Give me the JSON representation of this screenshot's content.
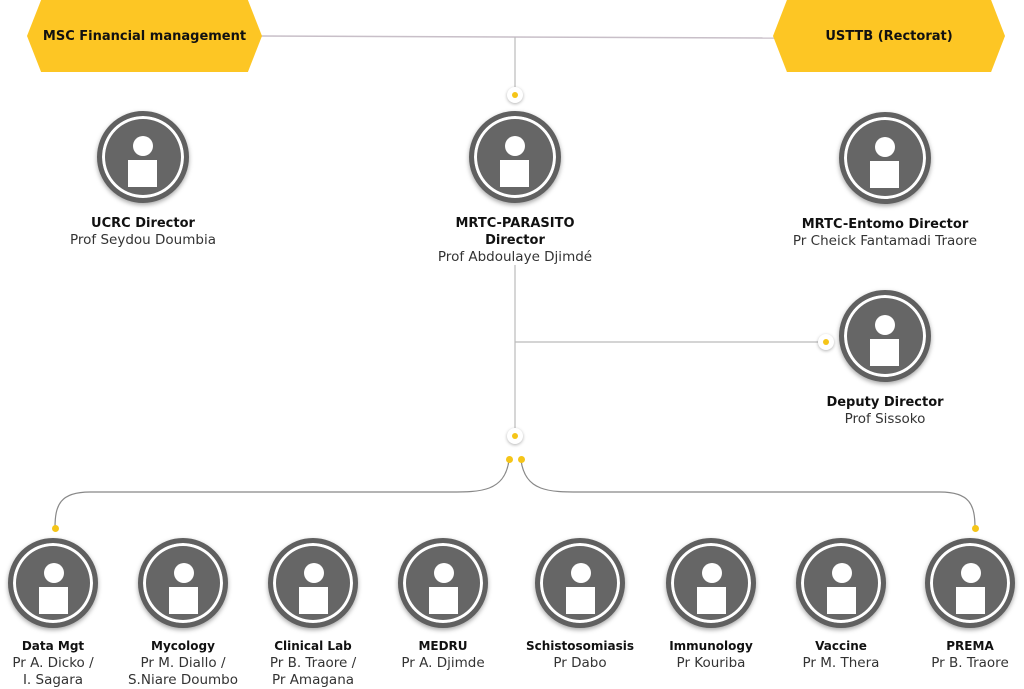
{
  "top_boxes": {
    "left": "MSC Financial management",
    "right": "USTTB (Rectorat)"
  },
  "directors": [
    {
      "title": "UCRC Director",
      "name": "Prof Seydou Doumbia"
    },
    {
      "title": "MRTC-PARASITO Director",
      "name": "Prof Abdoulaye  Djimdé"
    },
    {
      "title": "MRTC-Entomo Director",
      "name": "Pr Cheick Fantamadi Traore"
    },
    {
      "title": "Deputy Director",
      "name": "Prof Sissoko"
    }
  ],
  "units": [
    {
      "title": "Data Mgt",
      "line1": "Pr A. Dicko /",
      "line2": "I. Sagara"
    },
    {
      "title": "Mycology",
      "line1": "Pr M. Diallo /",
      "line2": "S.Niare Doumbo"
    },
    {
      "title": "Clinical Lab",
      "line1": "Pr B. Traore /",
      "line2": "Pr Amagana"
    },
    {
      "title": "MEDRU",
      "line1": "Pr A. Djimde",
      "line2": ""
    },
    {
      "title": "Schistosomiasis",
      "line1": "Pr Dabo",
      "line2": ""
    },
    {
      "title": "Immunology",
      "line1": "Pr Kouriba",
      "line2": ""
    },
    {
      "title": "Vaccine",
      "line1": "Pr M. Thera",
      "line2": ""
    },
    {
      "title": "PREMA",
      "line1": "Pr B. Traore",
      "line2": ""
    }
  ],
  "colors": {
    "accent": "#fdc624",
    "avatar": "#666666"
  }
}
